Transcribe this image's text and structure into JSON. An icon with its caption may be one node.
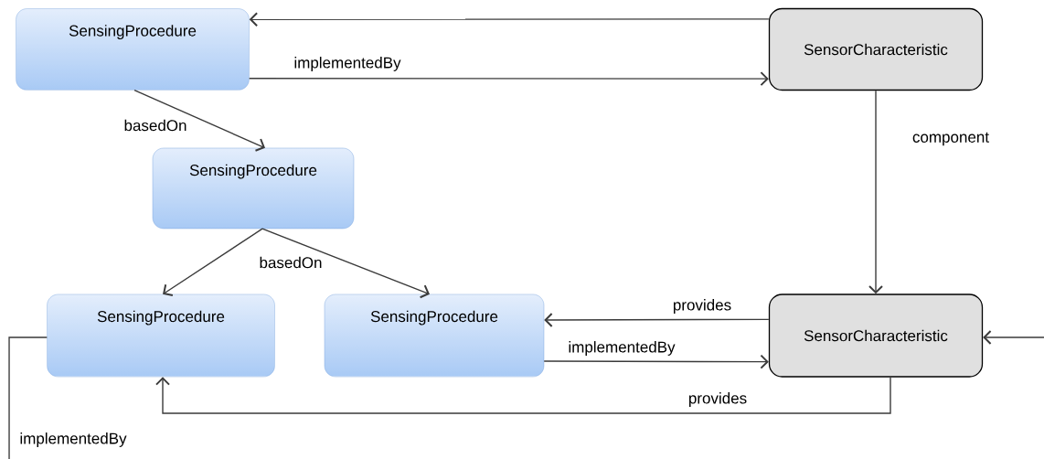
{
  "diagram": {
    "nodes": [
      {
        "text": [
          "SensingProcedure"
        ]
      },
      {
        "text": [
          "SensorCharacteristic"
        ]
      },
      {
        "text": [
          "SensingProcedure"
        ]
      },
      {
        "text": [
          "SensingProcedure"
        ]
      },
      {
        "text": [
          "SensingProcedure"
        ]
      },
      {
        "text": [
          "SensorCharacteristic"
        ]
      }
    ],
    "edges": [
      {
        "from": 1,
        "to": 0,
        "arrow": "to"
      },
      {
        "from": 0,
        "to": 1,
        "arrow": "to",
        "label": "implementedBy"
      },
      {
        "from": 0,
        "to": 2,
        "arrow": "to",
        "label": "basedOn"
      },
      {
        "from": 1,
        "to": 5,
        "arrow": "to",
        "label": "component"
      },
      {
        "from": 2,
        "to": 3,
        "arrow": "to",
        "label": "basedOn"
      },
      {
        "from": 2,
        "to": 4,
        "arrow": "to"
      },
      {
        "from": 5,
        "to": 4,
        "arrow": "to",
        "label": "provides"
      },
      {
        "from": 4,
        "to": 5,
        "arrow": "to",
        "label": "implementedBy"
      },
      {
        "from": 5,
        "to": 3,
        "arrow": "to",
        "label": "provides"
      },
      {
        "from": 3,
        "to": null,
        "arrow": "none",
        "label": "implementedBy"
      },
      {
        "from": null,
        "to": 5,
        "arrow": "to"
      }
    ]
  }
}
